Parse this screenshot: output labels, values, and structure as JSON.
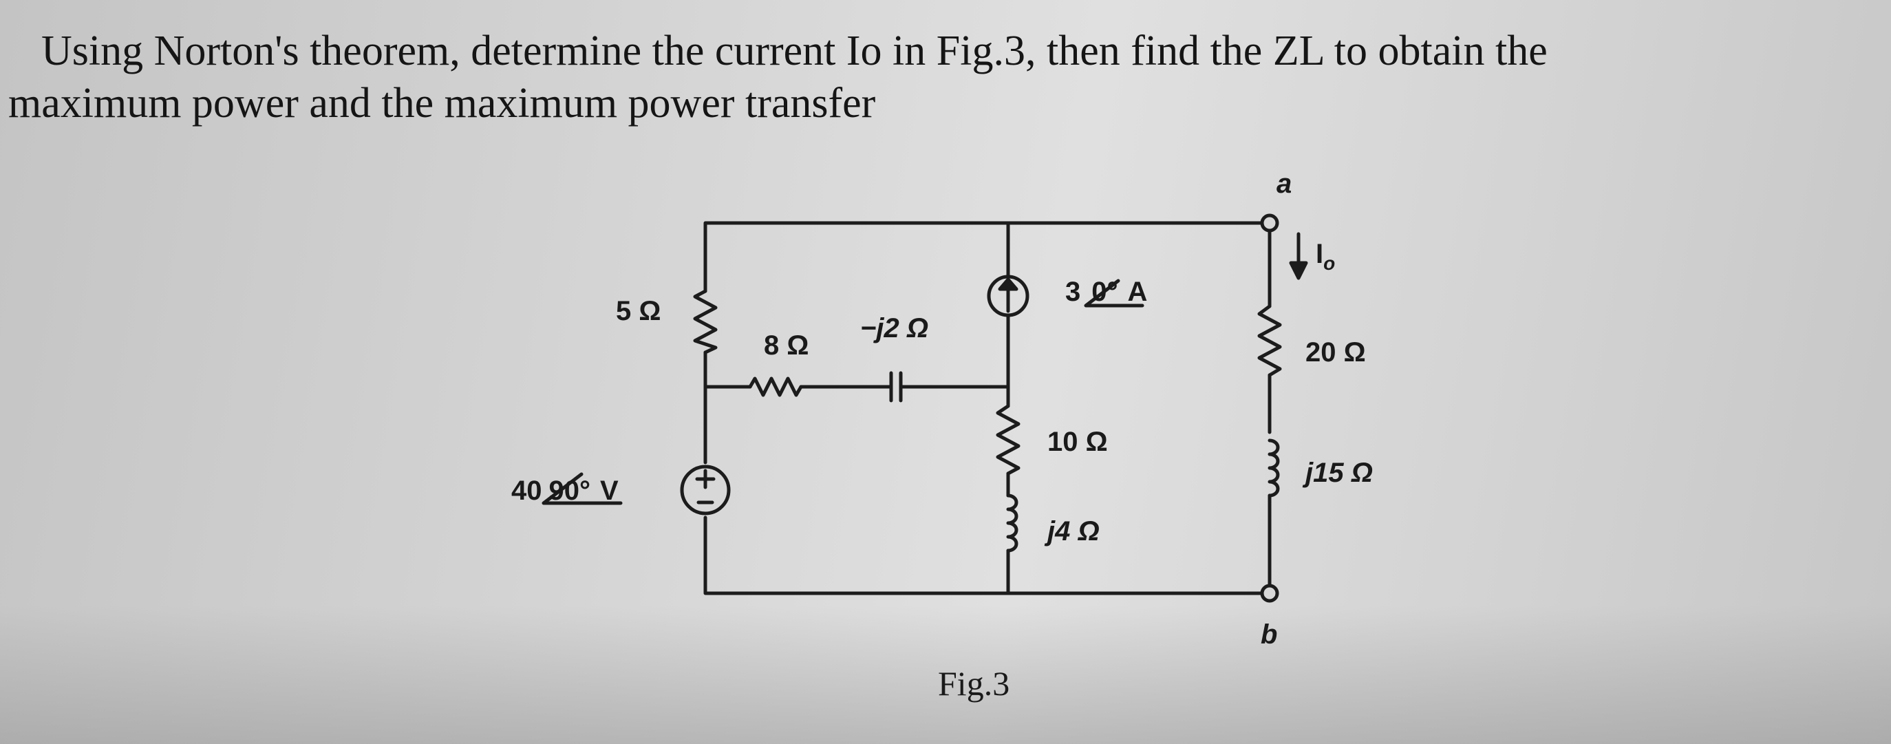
{
  "question": {
    "line1": "Using Norton's theorem, determine the current Io in Fig.3, then find the ZL to obtain the",
    "line2": "maximum power and the maximum power transfer"
  },
  "circuit": {
    "r5": "5 Ω",
    "r8": "8 Ω",
    "cap": "−j2 Ω",
    "source_v": "40",
    "source_v_angle": "90°",
    "source_v_unit": "V",
    "source_i": "3",
    "source_i_angle": "0°",
    "source_i_unit": "A",
    "r10": "10 Ω",
    "l4": "j4 Ω",
    "r20": "20 Ω",
    "l15": "j15 Ω",
    "node_a": "a",
    "node_b": "b",
    "current_label": "I",
    "current_sub": "o",
    "caption": "Fig.3"
  }
}
